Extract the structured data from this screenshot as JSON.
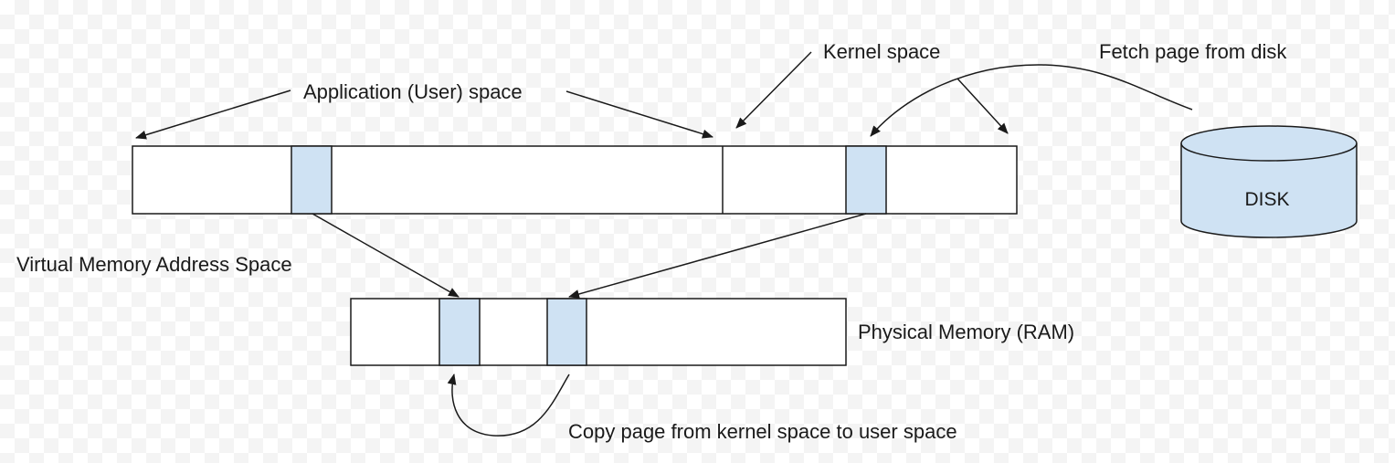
{
  "labels": {
    "user_space": "Application (User) space",
    "kernel_space": "Kernel space",
    "fetch_page": "Fetch page from disk",
    "disk": "DISK",
    "virtual_memory": "Virtual Memory Address Space",
    "physical_memory": "Physical Memory (RAM)",
    "copy_page": "Copy page from kernel space to user space"
  },
  "colors": {
    "page_fill": "#cfe2f3",
    "disk_fill": "#cfe2f3",
    "stroke": "#1a1a1a"
  }
}
